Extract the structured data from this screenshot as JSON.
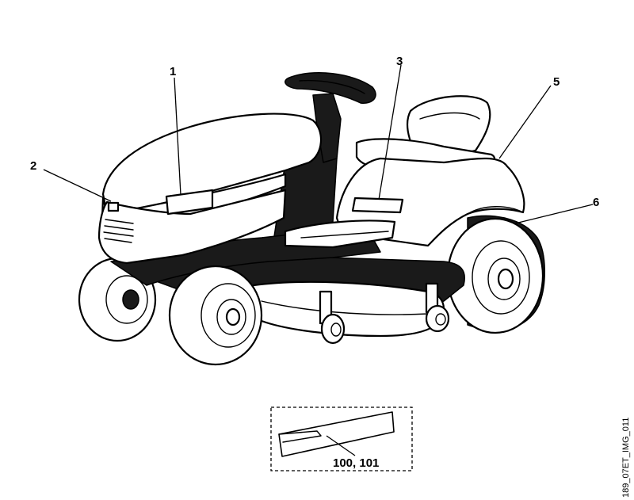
{
  "callouts": [
    {
      "id": "1",
      "text": "1"
    },
    {
      "id": "2",
      "text": "2"
    },
    {
      "id": "3",
      "text": "3"
    },
    {
      "id": "5",
      "text": "5"
    },
    {
      "id": "6",
      "text": "6"
    }
  ],
  "inset": {
    "label": "100, 101"
  },
  "image_ref": "189_07ET_IMG_011"
}
